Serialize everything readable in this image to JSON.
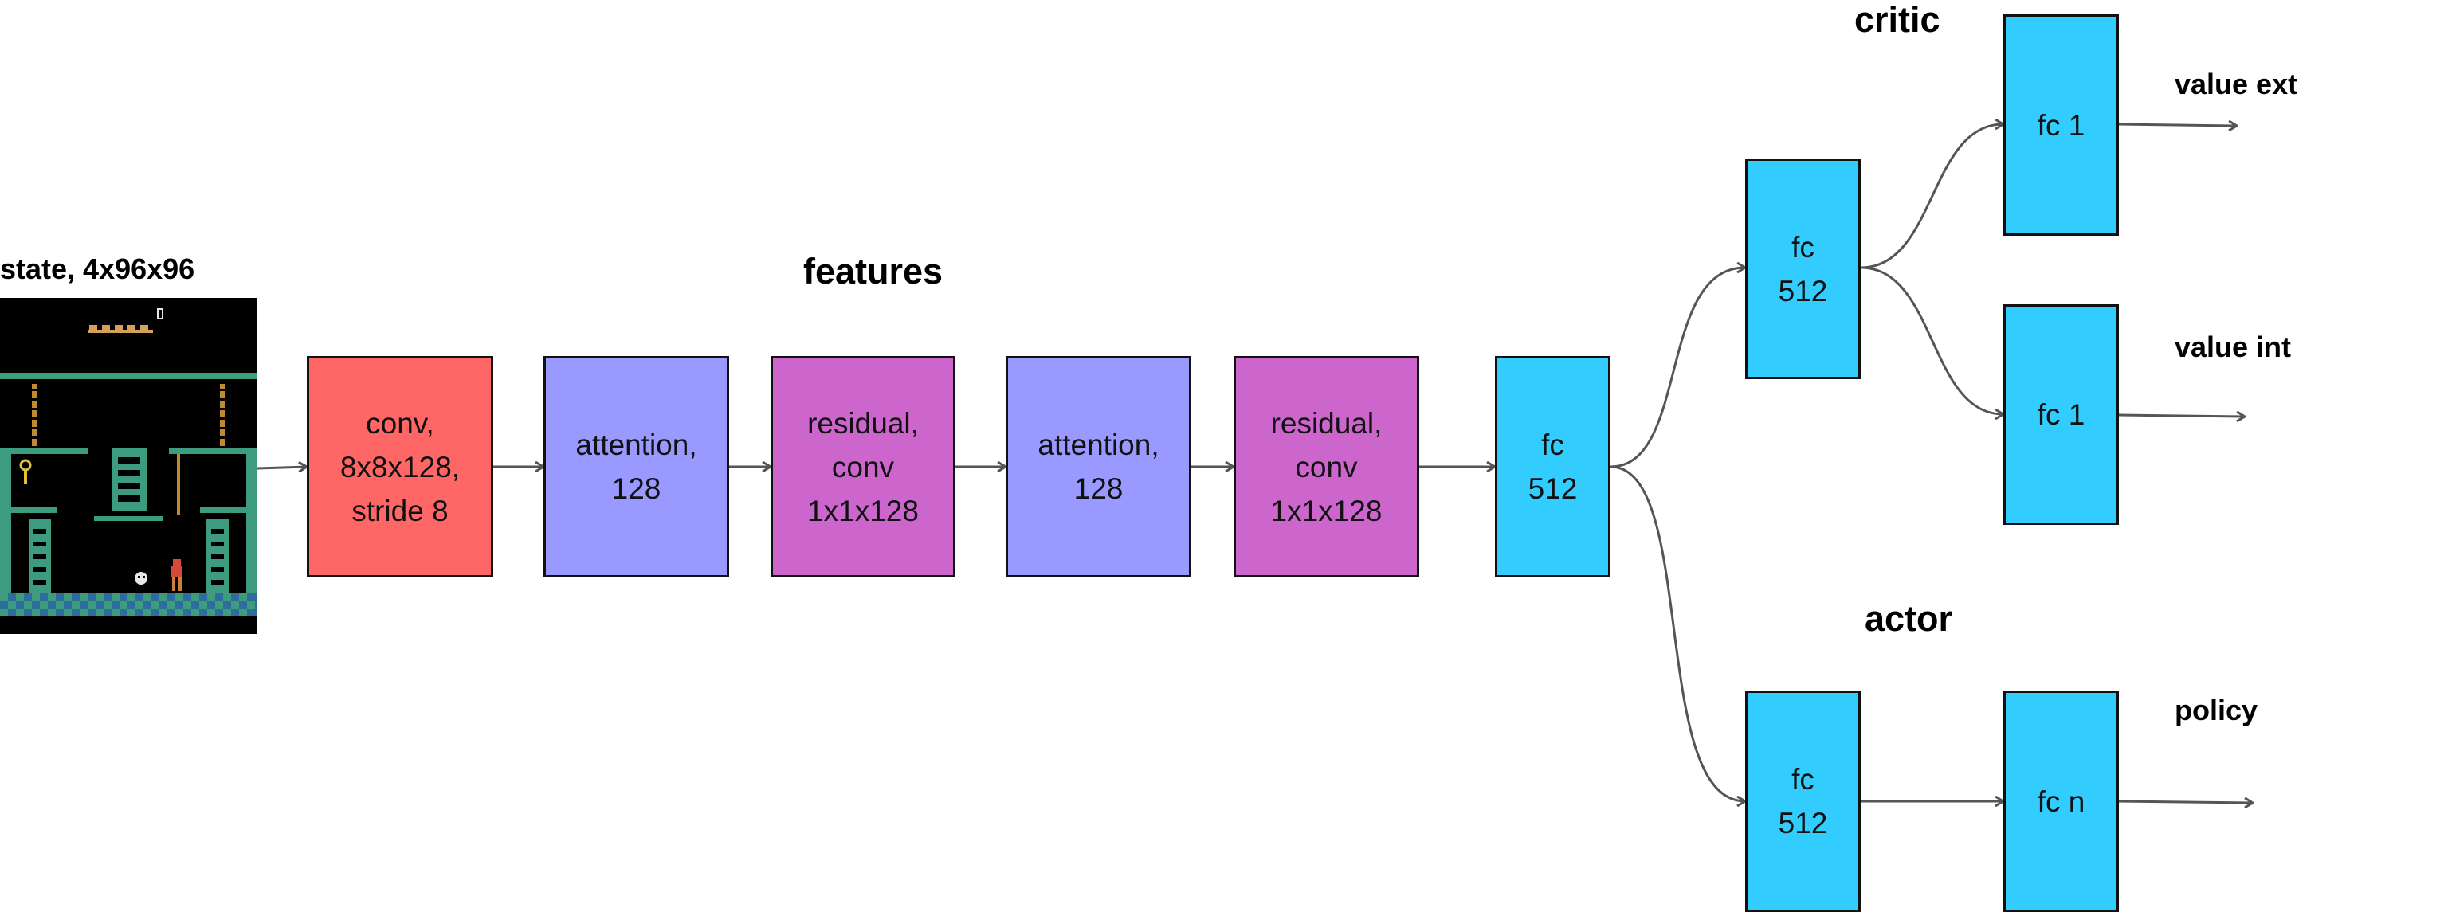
{
  "titles": {
    "state": "state, 4x96x96",
    "features": "features",
    "critic": "critic",
    "actor": "actor",
    "value_ext": "value ext",
    "value_int": "value int",
    "policy": "policy"
  },
  "blocks": {
    "conv": "conv,\n8x8x128,\nstride 8",
    "attention1": "attention,\n128",
    "residual1": "residual,\nconv\n1x1x128",
    "attention2": "attention,\n128",
    "residual2": "residual,\nconv\n1x1x128",
    "fc_shared": "fc\n512",
    "critic_fc": "fc\n512",
    "critic_head_ext": "fc 1",
    "critic_head_int": "fc 1",
    "actor_fc": "fc\n512",
    "actor_head": "fc n"
  },
  "colors": {
    "conv": "#ff6666",
    "attention": "#9999ff",
    "residual": "#cc66cc",
    "fc": "#33ccff",
    "border": "#111111",
    "arrow": "#555555",
    "game_bg": "#000000",
    "game_floor": "#3d9c80"
  }
}
